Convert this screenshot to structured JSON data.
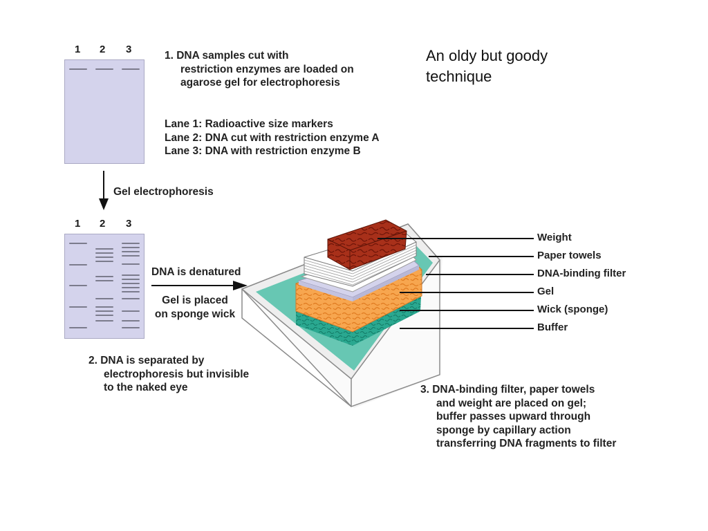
{
  "caption": {
    "line1": "An oldy but goody",
    "line2": "technique"
  },
  "gel_top": {
    "lane_numbers": [
      "1",
      "2",
      "3"
    ]
  },
  "gel_bottom": {
    "lane_numbers": [
      "1",
      "2",
      "3"
    ]
  },
  "step1": {
    "text_line1": "1.  DNA samples cut with",
    "text_line2": "restriction enzymes are loaded on",
    "text_line3": "agarose gel for electrophoresis"
  },
  "lanes": {
    "lane1": "Lane 1: Radioactive size markers",
    "lane2": "Lane 2: DNA cut with restriction enzyme A",
    "lane3": "Lane 3: DNA with restriction enzyme B"
  },
  "arrow_gel": {
    "label": "Gel electrophoresis"
  },
  "arrow_denature": {
    "label1": "DNA is denatured",
    "label2_line1": "Gel is placed",
    "label2_line2": "on sponge wick"
  },
  "step2": {
    "line1": "2.  DNA is separated by",
    "line2": "electrophoresis but invisible",
    "line3": "to the naked eye"
  },
  "step3": {
    "line1": "3.  DNA-binding filter, paper towels",
    "line2": "and weight are placed on gel;",
    "line3": "buffer passes upward through",
    "line4": "sponge by capillary action",
    "line5": "transferring DNA fragments to filter"
  },
  "stack_labels": {
    "weight": "Weight",
    "paper_towels": "Paper towels",
    "filter": "DNA-binding filter",
    "gel": "Gel",
    "wick": "Wick (sponge)",
    "buffer": "Buffer"
  },
  "colors": {
    "gel_panel": "#d4d3ec",
    "band": "#7b7b8c",
    "weight": "#9e2a14",
    "sponge": "#f7a64f",
    "buffer": "#2aa890",
    "tray_outline": "#888888"
  }
}
